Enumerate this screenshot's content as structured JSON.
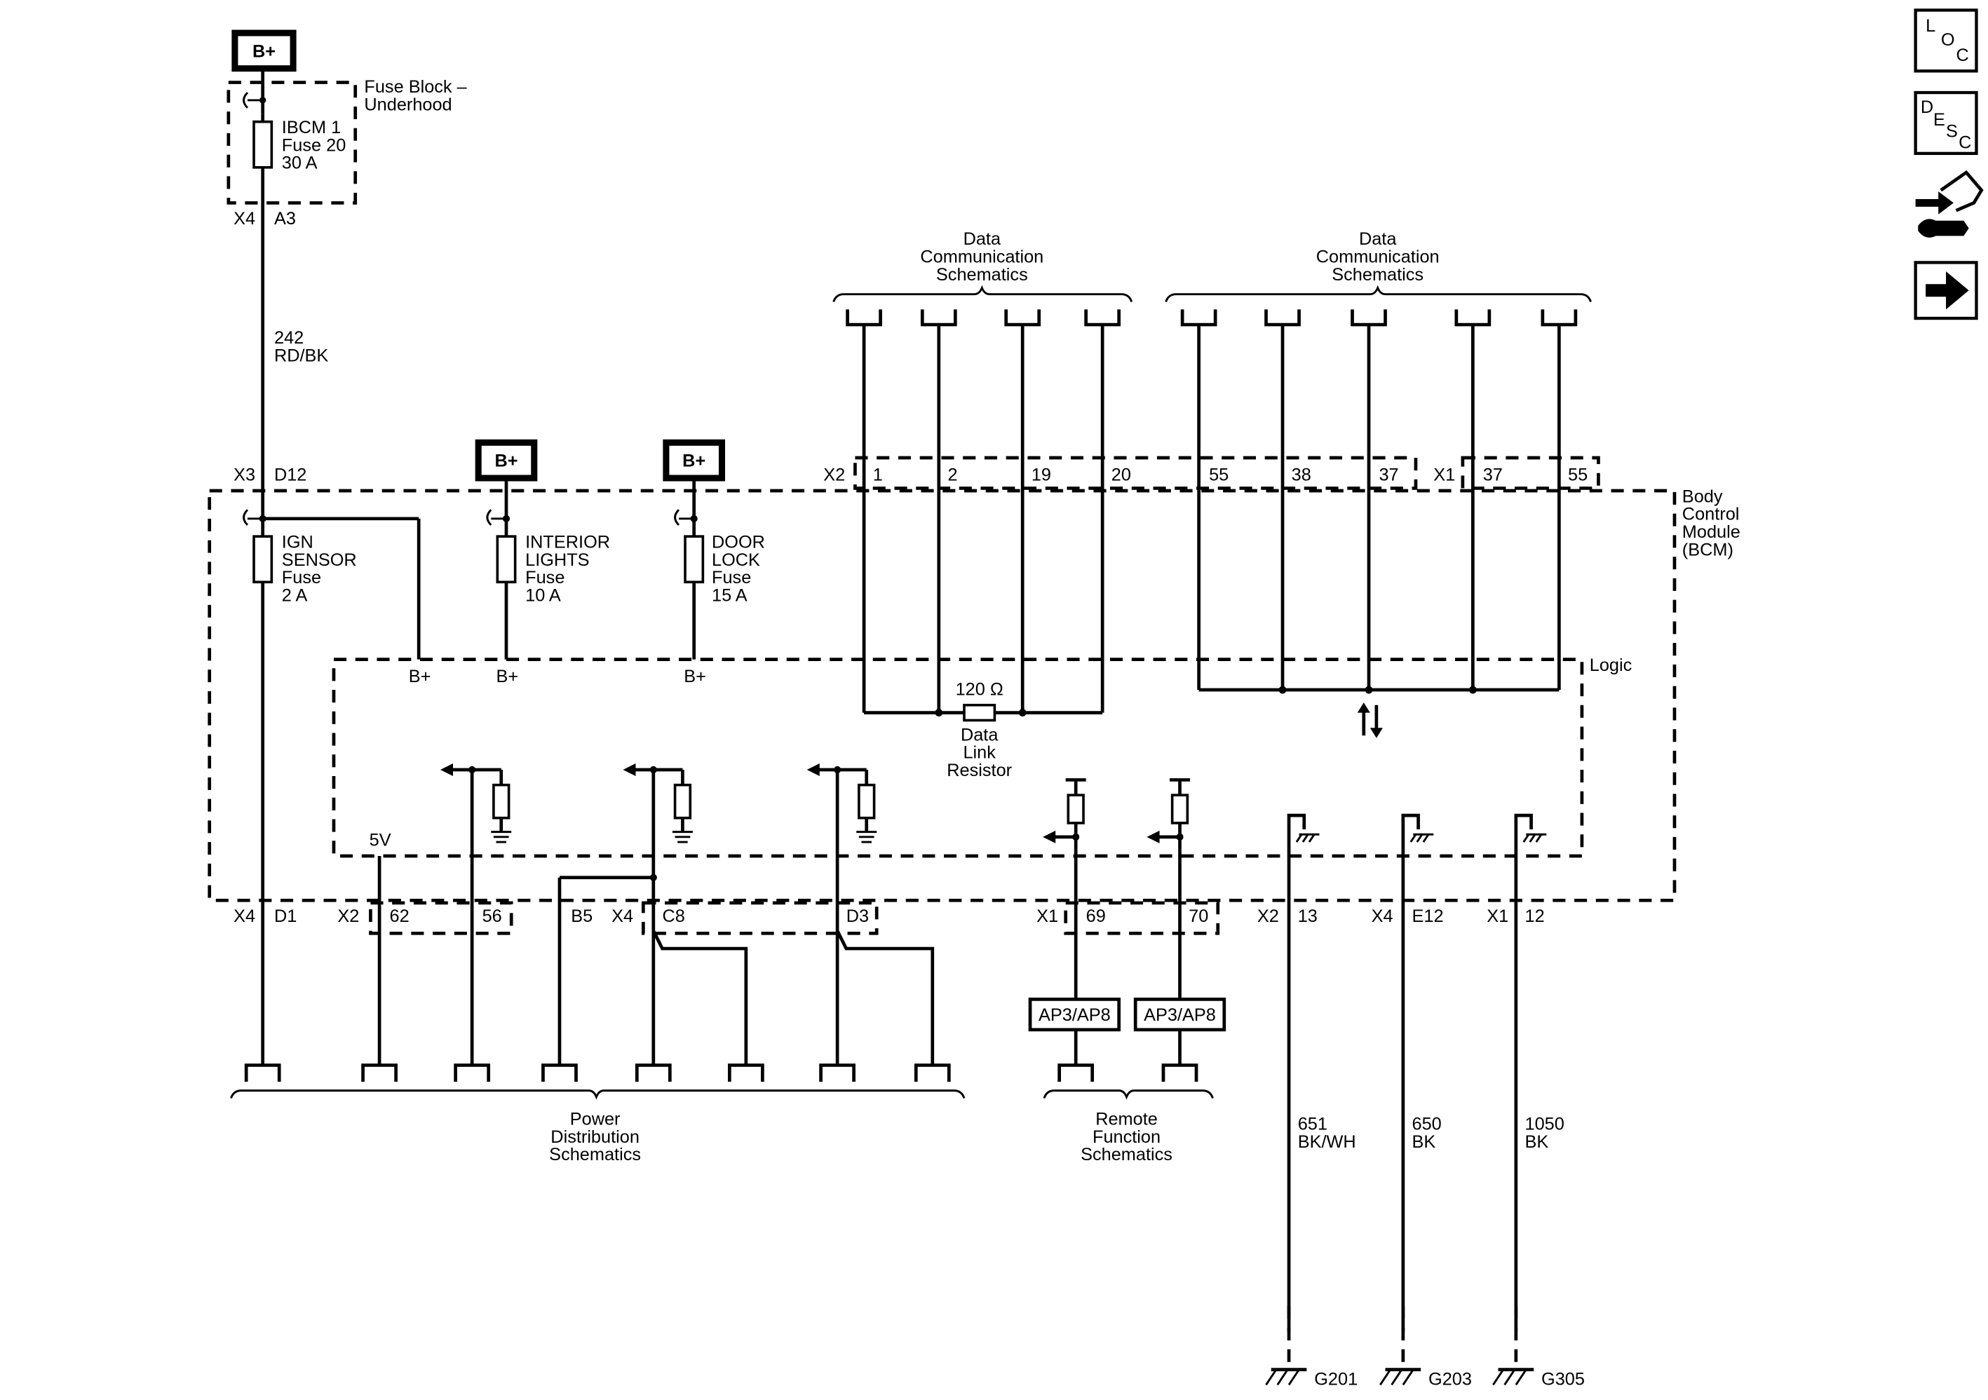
{
  "power_sources": {
    "label": "B+"
  },
  "fuse_block": {
    "name_line1": "Fuse Block –",
    "name_line2": "Underhood",
    "fuse_line1": "IBCM 1",
    "fuse_line2": "Fuse 20",
    "fuse_line3": "30 A",
    "connector": "X4",
    "pin": "A3"
  },
  "feed_wire": {
    "circuit": "242",
    "color": "RD/BK"
  },
  "bcm": {
    "name_line1": "Body",
    "name_line2": "Control",
    "name_line3": "Module",
    "name_line4": "(BCM)",
    "logic_label": "Logic",
    "input_connector": "X3",
    "input_pin": "D12",
    "internal_fuses": [
      {
        "line1": "IGN",
        "line2": "SENSOR",
        "line3": "Fuse",
        "line4": "2 A"
      },
      {
        "line1": "INTERIOR",
        "line2": "LIGHTS",
        "line3": "Fuse",
        "line4": "10 A"
      },
      {
        "line1": "DOOR",
        "line2": "LOCK",
        "line3": "Fuse",
        "line4": "15 A"
      }
    ],
    "logic_supply_label": "B+",
    "five_volt_label": "5V",
    "resistor_value": "120 Ω",
    "resistor_name_line1": "Data",
    "resistor_name_line2": "Link",
    "resistor_name_line3": "Resistor"
  },
  "data_connectors": {
    "x2_label": "X2",
    "x2_pins": [
      "1",
      "2",
      "19",
      "20",
      "55",
      "38",
      "37"
    ],
    "x1_label": "X1",
    "x1_pins": [
      "37",
      "55"
    ]
  },
  "data_groups": [
    {
      "line1": "Data",
      "line2": "Communication",
      "line3": "Schematics"
    },
    {
      "line1": "Data",
      "line2": "Communication",
      "line3": "Schematics"
    }
  ],
  "bottom_connectors": {
    "x4_d1": {
      "connector": "X4",
      "pin": "D1"
    },
    "x2_group": {
      "connector": "X2",
      "pins": [
        "62",
        "56"
      ]
    },
    "b5": "B5",
    "x4_group": {
      "connector": "X4",
      "pins": [
        "C8",
        "D3"
      ]
    },
    "x1_group": {
      "connector": "X1",
      "pins": [
        "69",
        "70"
      ]
    },
    "ground_pins": [
      {
        "connector": "X2",
        "pin": "13"
      },
      {
        "connector": "X4",
        "pin": "E12"
      },
      {
        "connector": "X1",
        "pin": "12"
      }
    ]
  },
  "remote_boxes": [
    "AP3/AP8",
    "AP3/AP8"
  ],
  "bottom_groups": {
    "power": {
      "line1": "Power",
      "line2": "Distribution",
      "line3": "Schematics"
    },
    "remote": {
      "line1": "Remote",
      "line2": "Function",
      "line3": "Schematics"
    }
  },
  "ground_wires": [
    {
      "circuit": "651",
      "color": "BK/WH",
      "ground": "G201"
    },
    {
      "circuit": "650",
      "color": "BK",
      "ground": "G203"
    },
    {
      "circuit": "1050",
      "color": "BK",
      "ground": "G305"
    }
  ],
  "side_icons": [
    {
      "name": "loc-icon",
      "letters": [
        "L",
        "O",
        "C"
      ]
    },
    {
      "name": "desc-icon",
      "letters": [
        "D",
        "E",
        "S",
        "C"
      ]
    },
    {
      "name": "connector-tool-icon"
    },
    {
      "name": "next-arrow-icon"
    }
  ]
}
